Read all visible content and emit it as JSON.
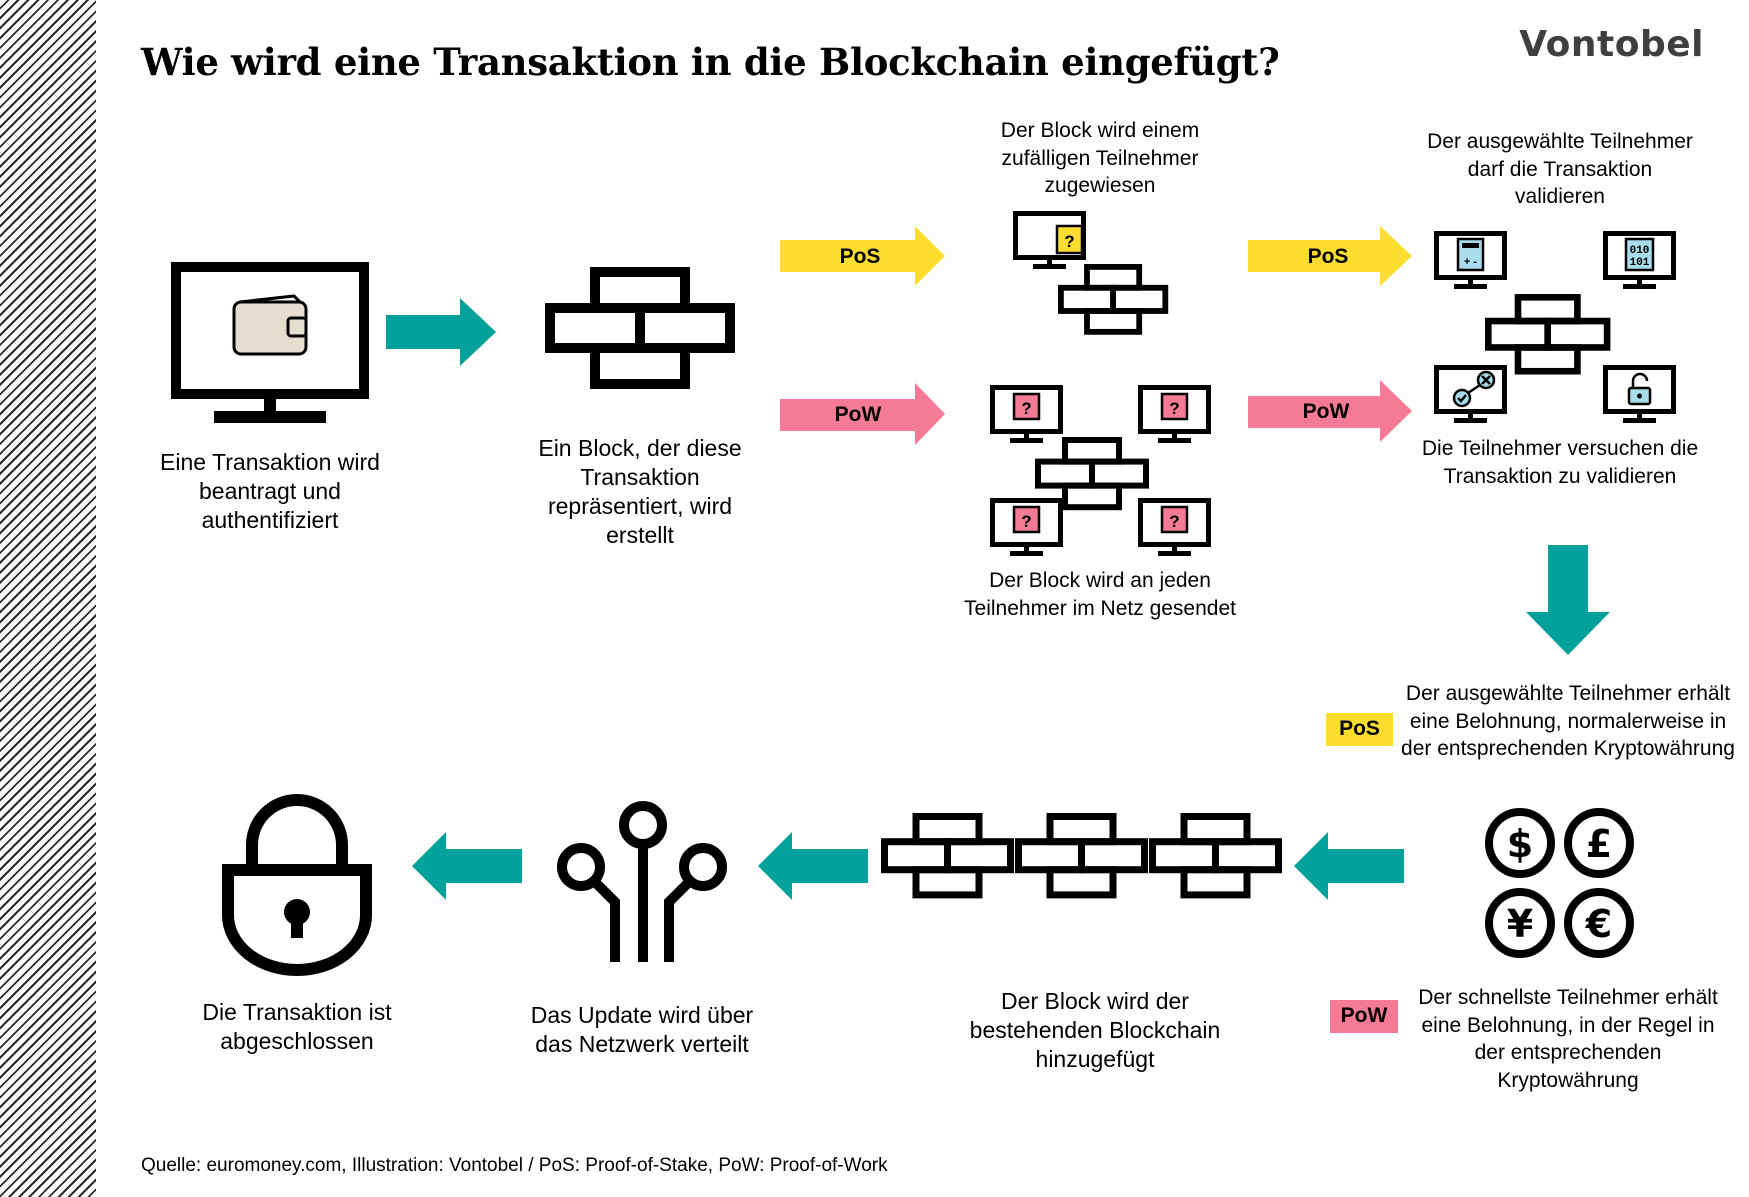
{
  "title": "Wie wird eine Transaktion in die Blockchain eingefügt?",
  "brand": "Vontobel",
  "colors": {
    "teal": "#00a19a",
    "yellow": "#ffdd2f",
    "pink": "#f47a95",
    "wallet": "#e6dfd0",
    "screen_blue": "#a8dcec"
  },
  "legend": {
    "pos": "PoS",
    "pow": "PoW"
  },
  "steps": {
    "transaction": "Eine Transaktion wird beantragt und authentifiziert",
    "block_created": "Ein Block, der diese Transaktion repräsentiert, wird erstellt",
    "pos_assigned": "Der Block wird einem zufälligen Teilnehmer zugewiesen",
    "pow_broadcast": "Der Block wird an jeden Teilnehmer im Netz gesendet",
    "pos_validate": "Der ausgewählte Teilnehmer darf die Transaktion validieren",
    "pow_validate": "Die Teilnehmer versuchen die Transaktion zu validieren",
    "pos_reward": "Der ausgewählte Teilnehmer erhält eine Belohnung, normalerweise in der entsprechenden Kryptowährung",
    "pow_reward": "Der schnellste Teilnehmer erhält eine Belohnung, in der Regel in der entsprechenden Kryptowährung",
    "chain_added": "Der Block wird der bestehenden Blockchain hinzugefügt",
    "network_update": "Das Update wird über das Netzwerk verteilt",
    "complete": "Die Transaktion ist abgeschlossen"
  },
  "icons": {
    "monitor_wallet": "monitor-wallet-icon",
    "block": "block-icon",
    "monitor_question": "monitor-question-icon",
    "calculator": "calculator-icon",
    "binary": "binary-icon",
    "checkmark_x": "check-x-icon",
    "padlock_open": "open-lock-icon",
    "currency": [
      "$",
      "£",
      "¥",
      "€"
    ],
    "network": "network-icon",
    "lock": "lock-icon"
  },
  "source": "Quelle: euromoney.com, Illustration: Vontobel / PoS: Proof-of-Stake, PoW: Proof-of-Work"
}
